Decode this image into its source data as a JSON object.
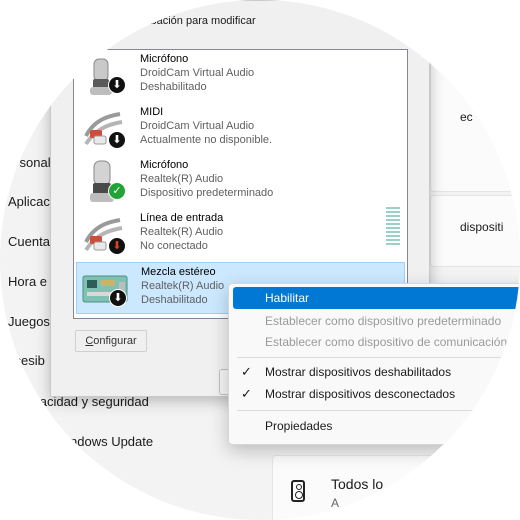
{
  "settings": {
    "nav_items": [
      "ersonal",
      "Aplicac",
      "Cuenta",
      "Hora e",
      "Juegos",
      "ccesib",
      "rivacidad y seguridad",
      "ndows Update"
    ],
    "right_texts": [
      "ec",
      "dispositi"
    ],
    "bottom_card_title": "Todos lo",
    "bottom_card_sub": "A"
  },
  "dialog": {
    "instruction": "ispositivo de grabación para modificar",
    "devices": [
      {
        "name": "Micrófono",
        "line1": "DroidCam Virtual Audio",
        "line2": "Deshabilitado",
        "icon": "microphone-icon",
        "status": "disabled-down-arrow"
      },
      {
        "name": "MIDI",
        "line1": "DroidCam Virtual Audio",
        "line2": "Actualmente no disponible.",
        "icon": "rca-cable-icon",
        "status": "disabled-down-arrow"
      },
      {
        "name": "Micrófono",
        "line1": "Realtek(R) Audio",
        "line2": "Dispositivo predeterminado",
        "icon": "microphone-icon",
        "status": "default-check"
      },
      {
        "name": "Línea de entrada",
        "line1": "Realtek(R) Audio",
        "line2": "No conectado",
        "icon": "rca-cable-icon",
        "status": "unplugged-red-arrow"
      },
      {
        "name": "Mezcla estéreo",
        "line1": "Realtek(R) Audio",
        "line2": "Deshabilitado",
        "icon": "sound-card-icon",
        "status": "disabled-down-arrow",
        "selected": true
      }
    ],
    "configure_label_accel": "C",
    "configure_label_rest": "onfigurar"
  },
  "context_menu": {
    "items": [
      {
        "label": "Habilitar",
        "state": "highlighted"
      },
      {
        "label": "Establecer como dispositivo predeterminado",
        "state": "disabled"
      },
      {
        "label": "Establecer como dispositivo de comunicación",
        "state": "disabled"
      },
      {
        "label": "Mostrar dispositivos deshabilitados",
        "state": "checked"
      },
      {
        "label": "Mostrar dispositivos desconectados",
        "state": "checked"
      },
      {
        "label": "Propiedades",
        "state": "normal"
      }
    ],
    "check_glyph": "✓"
  },
  "colors": {
    "accent": "#0078d4",
    "selection": "#cce8ff",
    "check_badge": "#21a336",
    "unplugged_arrow": "#e2401c"
  }
}
